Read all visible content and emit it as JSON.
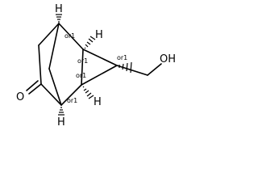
{
  "structure": {
    "atoms": {
      "oxygen_ketone": "O",
      "oxygen_hydroxyl": "OH",
      "h_top_left": "H",
      "h_top_right": "H",
      "h_bottom_left": "H",
      "h_bottom_right": "H"
    },
    "stereo_labels": {
      "c1": "or1",
      "c2": "or1",
      "c3": "or1",
      "c4": "or1",
      "c5": "or1"
    }
  }
}
